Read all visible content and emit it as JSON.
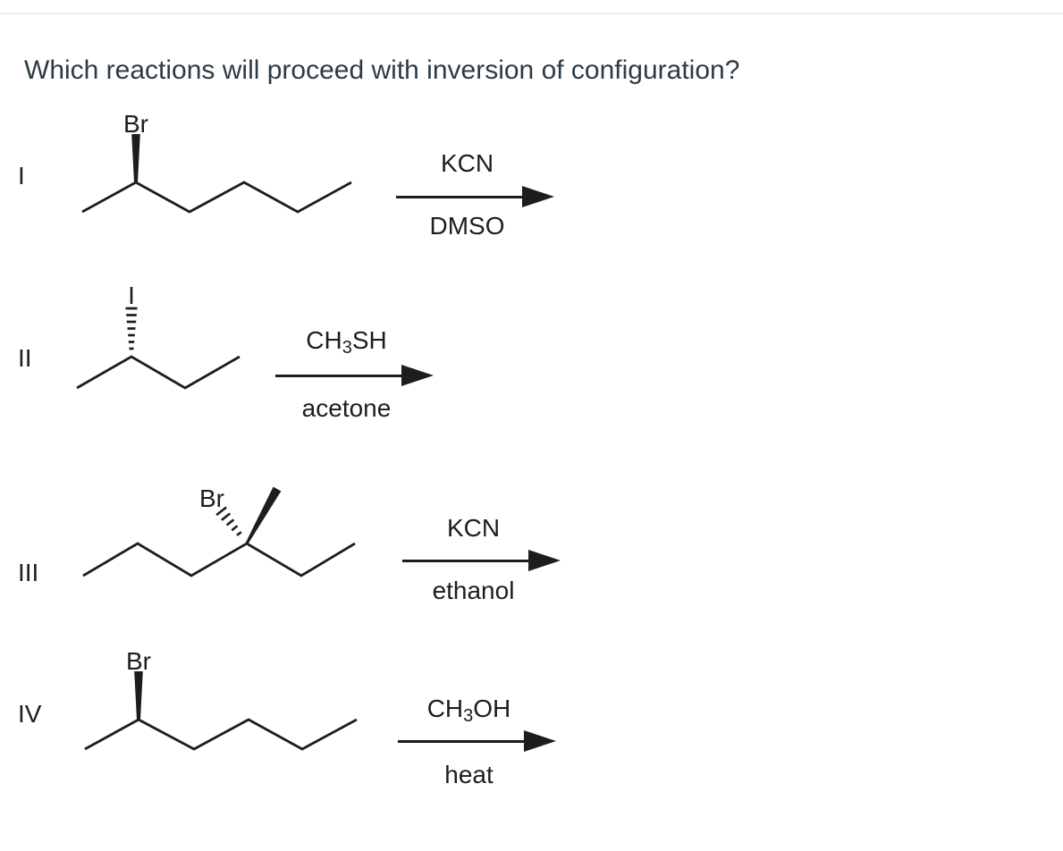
{
  "page": {
    "title": "Which reactions will proceed with inversion of configuration?"
  },
  "reactions": [
    {
      "label": "I",
      "halide": "Br",
      "reagent": {
        "pre": "KCN",
        "sub": "",
        "post": ""
      },
      "solvent": "DMSO"
    },
    {
      "label": "II",
      "halide": "I",
      "reagent": {
        "pre": "CH",
        "sub": "3",
        "post": "SH"
      },
      "solvent": "acetone"
    },
    {
      "label": "III",
      "halide": "Br",
      "reagent": {
        "pre": "KCN",
        "sub": "",
        "post": ""
      },
      "solvent": "ethanol"
    },
    {
      "label": "IV",
      "halide": "Br",
      "reagent": {
        "pre": "CH",
        "sub": "3",
        "post": "OH"
      },
      "solvent": "heat"
    }
  ]
}
